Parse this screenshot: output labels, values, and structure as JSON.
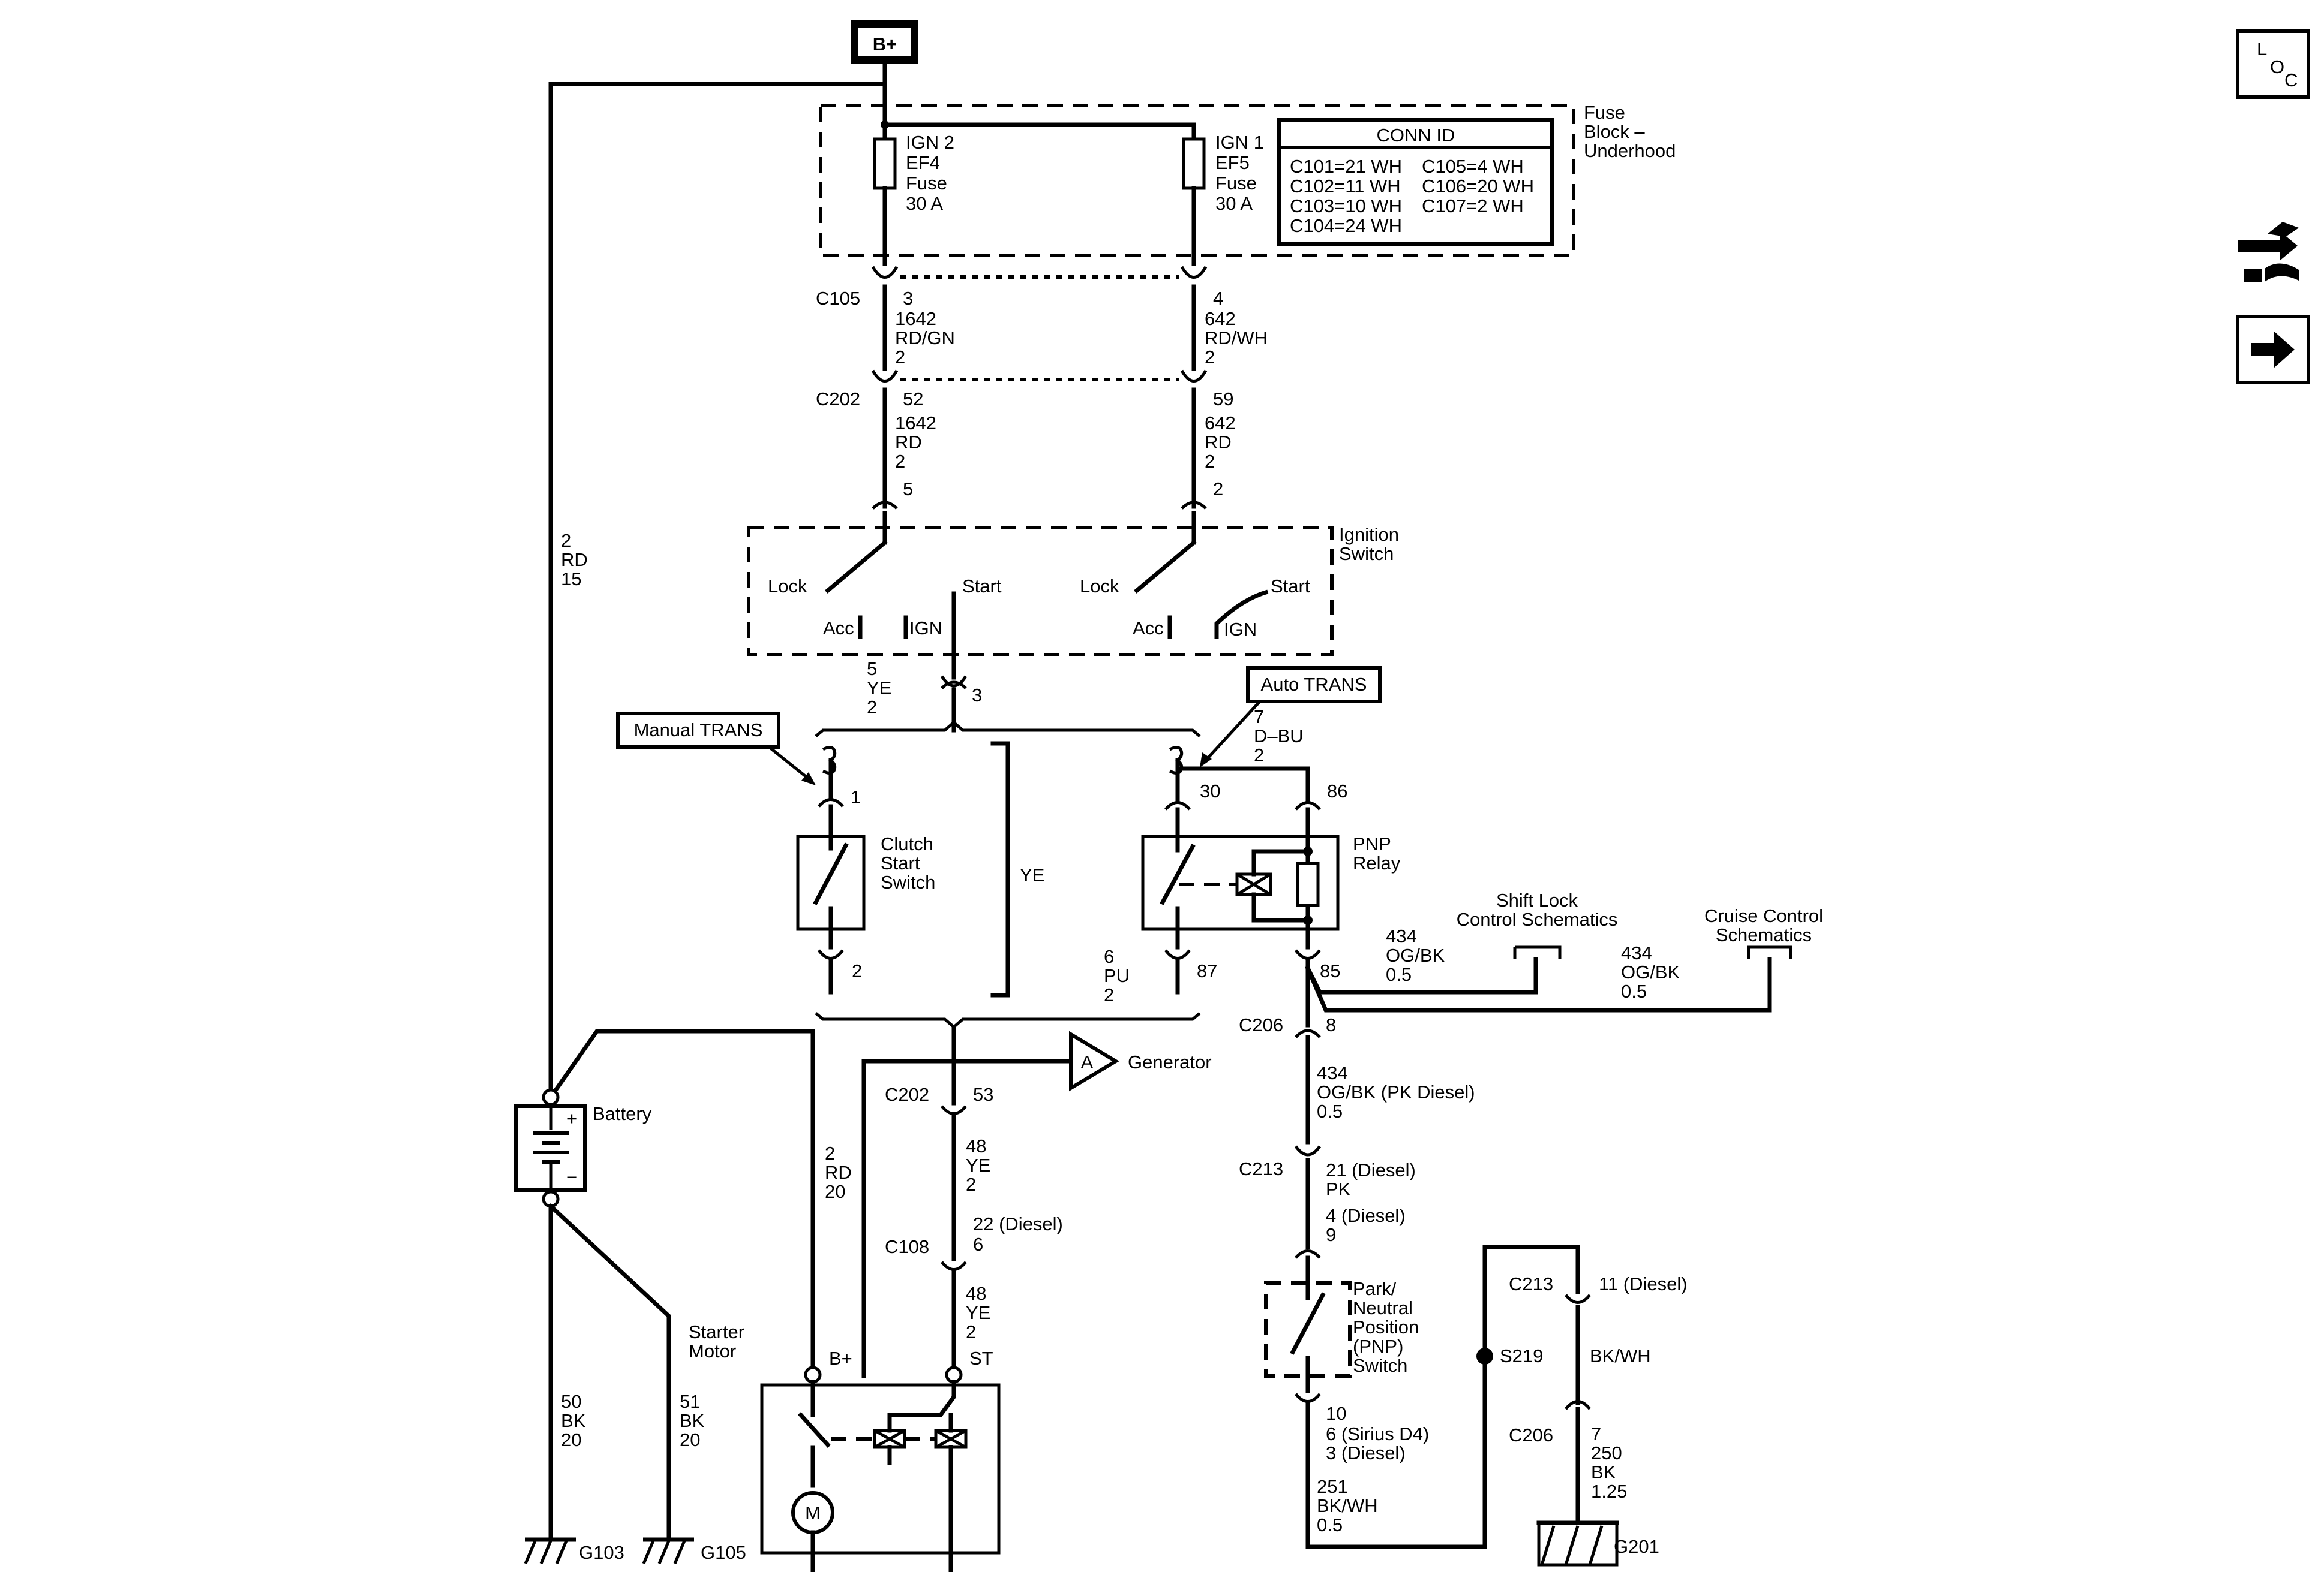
{
  "power": {
    "bplus": "B+"
  },
  "fuse_block": {
    "label_1": "Fuse",
    "label_2": "Block –",
    "label_3": "Underhood"
  },
  "fuse_ign2": {
    "l1": "IGN 2",
    "l2": "EF4",
    "l3": "Fuse",
    "l4": "30 A"
  },
  "fuse_ign1": {
    "l1": "IGN 1",
    "l2": "EF5",
    "l3": "Fuse",
    "l4": "30 A"
  },
  "conn_id": {
    "title": "CONN ID",
    "r1": "C101=21 WH",
    "r2": "C102=11 WH",
    "r3": "C103=10 WH",
    "r4": "C104=24 WH",
    "r5": "C105=4 WH",
    "r6": "C106=20 WH",
    "r7": "C107=2 WH"
  },
  "c105": {
    "name": "C105",
    "left_pin": "3",
    "right_pin": "4"
  },
  "wire_1642_upper": {
    "circuit": "1642",
    "color": "RD/GN",
    "gauge": "2"
  },
  "wire_642_upper": {
    "circuit": "642",
    "color": "RD/WH",
    "gauge": "2"
  },
  "c202_top": {
    "name": "C202",
    "left_pin": "52",
    "right_pin": "59"
  },
  "wire_1642_lower": {
    "circuit": "1642",
    "color": "RD",
    "gauge": "2"
  },
  "wire_642_lower": {
    "circuit": "642",
    "color": "RD",
    "gauge": "2"
  },
  "ign_switch_pins": {
    "left": "5",
    "right": "2"
  },
  "ignition_switch": {
    "title_1": "Ignition",
    "title_2": "Switch",
    "lock": "Lock",
    "start": "Start",
    "acc": "Acc",
    "ign": "IGN"
  },
  "wire_5_ye": {
    "circuit": "5",
    "color": "YE",
    "gauge": "2",
    "pin": "3"
  },
  "manual_trans": "Manual TRANS",
  "auto_trans": "Auto TRANS",
  "wire_7_dbu": {
    "circuit": "7",
    "color": "D–BU",
    "gauge": "2"
  },
  "clutch_switch": {
    "pin_top": "1",
    "pin_bottom": "2",
    "l1": "Clutch",
    "l2": "Start",
    "l3": "Switch"
  },
  "wire_ye_bypass": "YE",
  "pnp_relay": {
    "pin30": "30",
    "pin86": "86",
    "pin87": "87",
    "pin85": "85",
    "l1": "PNP",
    "l2": "Relay"
  },
  "wire_6_pu": {
    "circuit": "6",
    "color": "PU",
    "gauge": "2"
  },
  "wire_434_a": {
    "circuit": "434",
    "color": "OG/BK",
    "gauge": "0.5"
  },
  "wire_434_b": {
    "circuit": "434",
    "color": "OG/BK",
    "gauge": "0.5"
  },
  "shift_lock": {
    "l1": "Shift Lock",
    "l2": "Control Schematics"
  },
  "cruise": {
    "l1": "Cruise Control",
    "l2": "Schematics"
  },
  "c206_right": {
    "name": "C206",
    "pin": "8"
  },
  "wire_434_c": {
    "circuit": "434",
    "color": "OG/BK (PK Diesel)",
    "gauge": "0.5"
  },
  "c213_mid": {
    "name": "C213",
    "pin_1": "21 (Diesel)",
    "color": "PK",
    "pin_2": "4 (Diesel)",
    "pin_3": "9"
  },
  "pnp_switch": {
    "l1": "Park/",
    "l2": "Neutral",
    "l3": "Position",
    "l4": "(PNP)",
    "l5": "Switch"
  },
  "pnp_switch_pins": {
    "p1": "10",
    "p2": "6 (Sirius D4)",
    "p3": "3 (Diesel)"
  },
  "wire_251": {
    "circuit": "251",
    "color": "BK/WH",
    "gauge": "0.5"
  },
  "s219": "S219",
  "c213_right": {
    "name": "C213",
    "pin": "11 (Diesel)",
    "color": "BK/WH"
  },
  "c206_ground": {
    "name": "C206",
    "pin": "7",
    "circuit": "250",
    "color": "BK",
    "gauge": "1.25"
  },
  "g201": "G201",
  "generator": {
    "connector": "A",
    "label": "Generator"
  },
  "c202_bottom": {
    "name": "C202",
    "pin": "53"
  },
  "wire_48_upper": {
    "circuit": "48",
    "color": "YE",
    "gauge": "2"
  },
  "c108": {
    "name": "C108",
    "pin_1": "22 (Diesel)",
    "pin_2": "6"
  },
  "wire_48_lower": {
    "circuit": "48",
    "color": "YE",
    "gauge": "2"
  },
  "battery": {
    "label": "Battery",
    "plus": "+",
    "minus": "−"
  },
  "wire_2_rd_15": {
    "circuit": "2",
    "color": "RD",
    "gauge": "15"
  },
  "wire_2_rd_20": {
    "circuit": "2",
    "color": "RD",
    "gauge": "20"
  },
  "starter": {
    "l1": "Starter",
    "l2": "Motor",
    "bplus": "B+",
    "st": "ST",
    "motor": "M"
  },
  "wire_50": {
    "circuit": "50",
    "color": "BK",
    "gauge": "20"
  },
  "wire_51": {
    "circuit": "51",
    "color": "BK",
    "gauge": "20"
  },
  "g103": "G103",
  "g105": "G105",
  "nav": {
    "loc_l": "L",
    "loc_o": "O",
    "loc_c": "C"
  }
}
